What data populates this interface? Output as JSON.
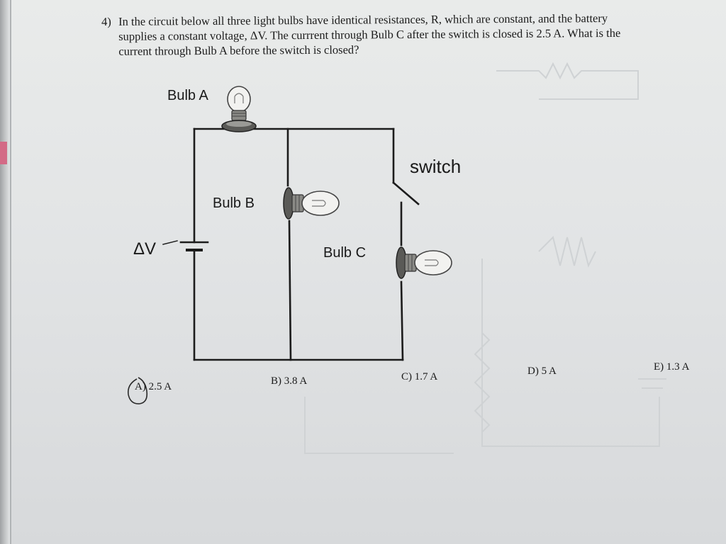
{
  "question": {
    "number": "4)",
    "line1": "In the circuit below all three light bulbs have identical resistances, R, which are constant, and the battery",
    "line2": "supplies a constant voltage, ΔV.  The currrent through Bulb C after the switch is closed is 2.5 A. What is the",
    "line3": "current through Bulb A before the switch is closed?"
  },
  "circuit": {
    "bulb_a_label": "Bulb A",
    "bulb_b_label": "Bulb B",
    "bulb_c_label": "Bulb C",
    "switch_label": "switch",
    "battery_label": "ΔV"
  },
  "choices": [
    {
      "label": "A) 2.5 A",
      "circled": true
    },
    {
      "label": "B) 3.8 A"
    },
    {
      "label": "C) 1.7 A"
    },
    {
      "label": "D) 5 A"
    },
    {
      "label": "E) 1.3 A"
    }
  ],
  "colors": {
    "paper": "#e6e8e9",
    "ink": "#1b1b1b",
    "bleed_through": "#c6c9cb"
  }
}
